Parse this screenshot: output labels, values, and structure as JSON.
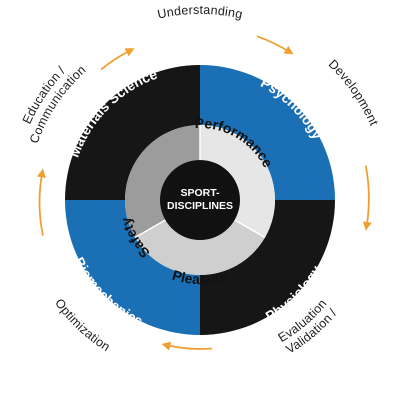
{
  "diagram": {
    "center": {
      "line1": "SPORT-",
      "line2": "DISCIPLINES",
      "color": "#111111"
    },
    "inner_ring": [
      {
        "label": "Performance",
        "color": "#e6e6e6"
      },
      {
        "label": "Pleasure",
        "color": "#cfcfcf"
      },
      {
        "label": "Safety",
        "color": "#9c9c9c"
      }
    ],
    "outer_ring": [
      {
        "label": "Psychology",
        "color": "#1a6fb5",
        "text_color": "#ffffff"
      },
      {
        "label": "Biomechanics",
        "color": "#161616",
        "text_color": "#ffffff"
      },
      {
        "label": "Physiology",
        "color": "#1a6fb5",
        "text_color": "#ffffff"
      },
      {
        "label": "Materials Science",
        "color": "#161616",
        "text_color": "#ffffff"
      }
    ],
    "cycle_labels": {
      "understanding": "Understanding",
      "development": "Development",
      "optimization": "Optimization",
      "validation_line1": "Validation /",
      "validation_line2": "Evaluation",
      "education_line1": "Education /",
      "education_line2": "Communication"
    },
    "arrow_color": "#f0a032"
  }
}
